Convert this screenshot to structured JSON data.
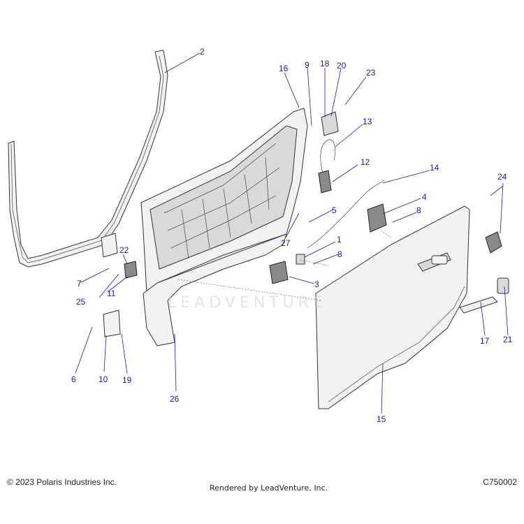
{
  "diagram": {
    "watermark": "LEADVENTURE",
    "callouts": [
      "1",
      "2",
      "3",
      "4",
      "5",
      "6",
      "7",
      "8",
      "8",
      "9",
      "10",
      "11",
      "12",
      "13",
      "14",
      "15",
      "16",
      "17",
      "18",
      "19",
      "20",
      "21",
      "22",
      "23",
      "24",
      "25",
      "26",
      "27"
    ]
  },
  "footer": {
    "copyright": "© 2023 Polaris Industries Inc.",
    "rendered_by": "Rendered by LeadVenture, Inc.",
    "code": "C750002"
  }
}
